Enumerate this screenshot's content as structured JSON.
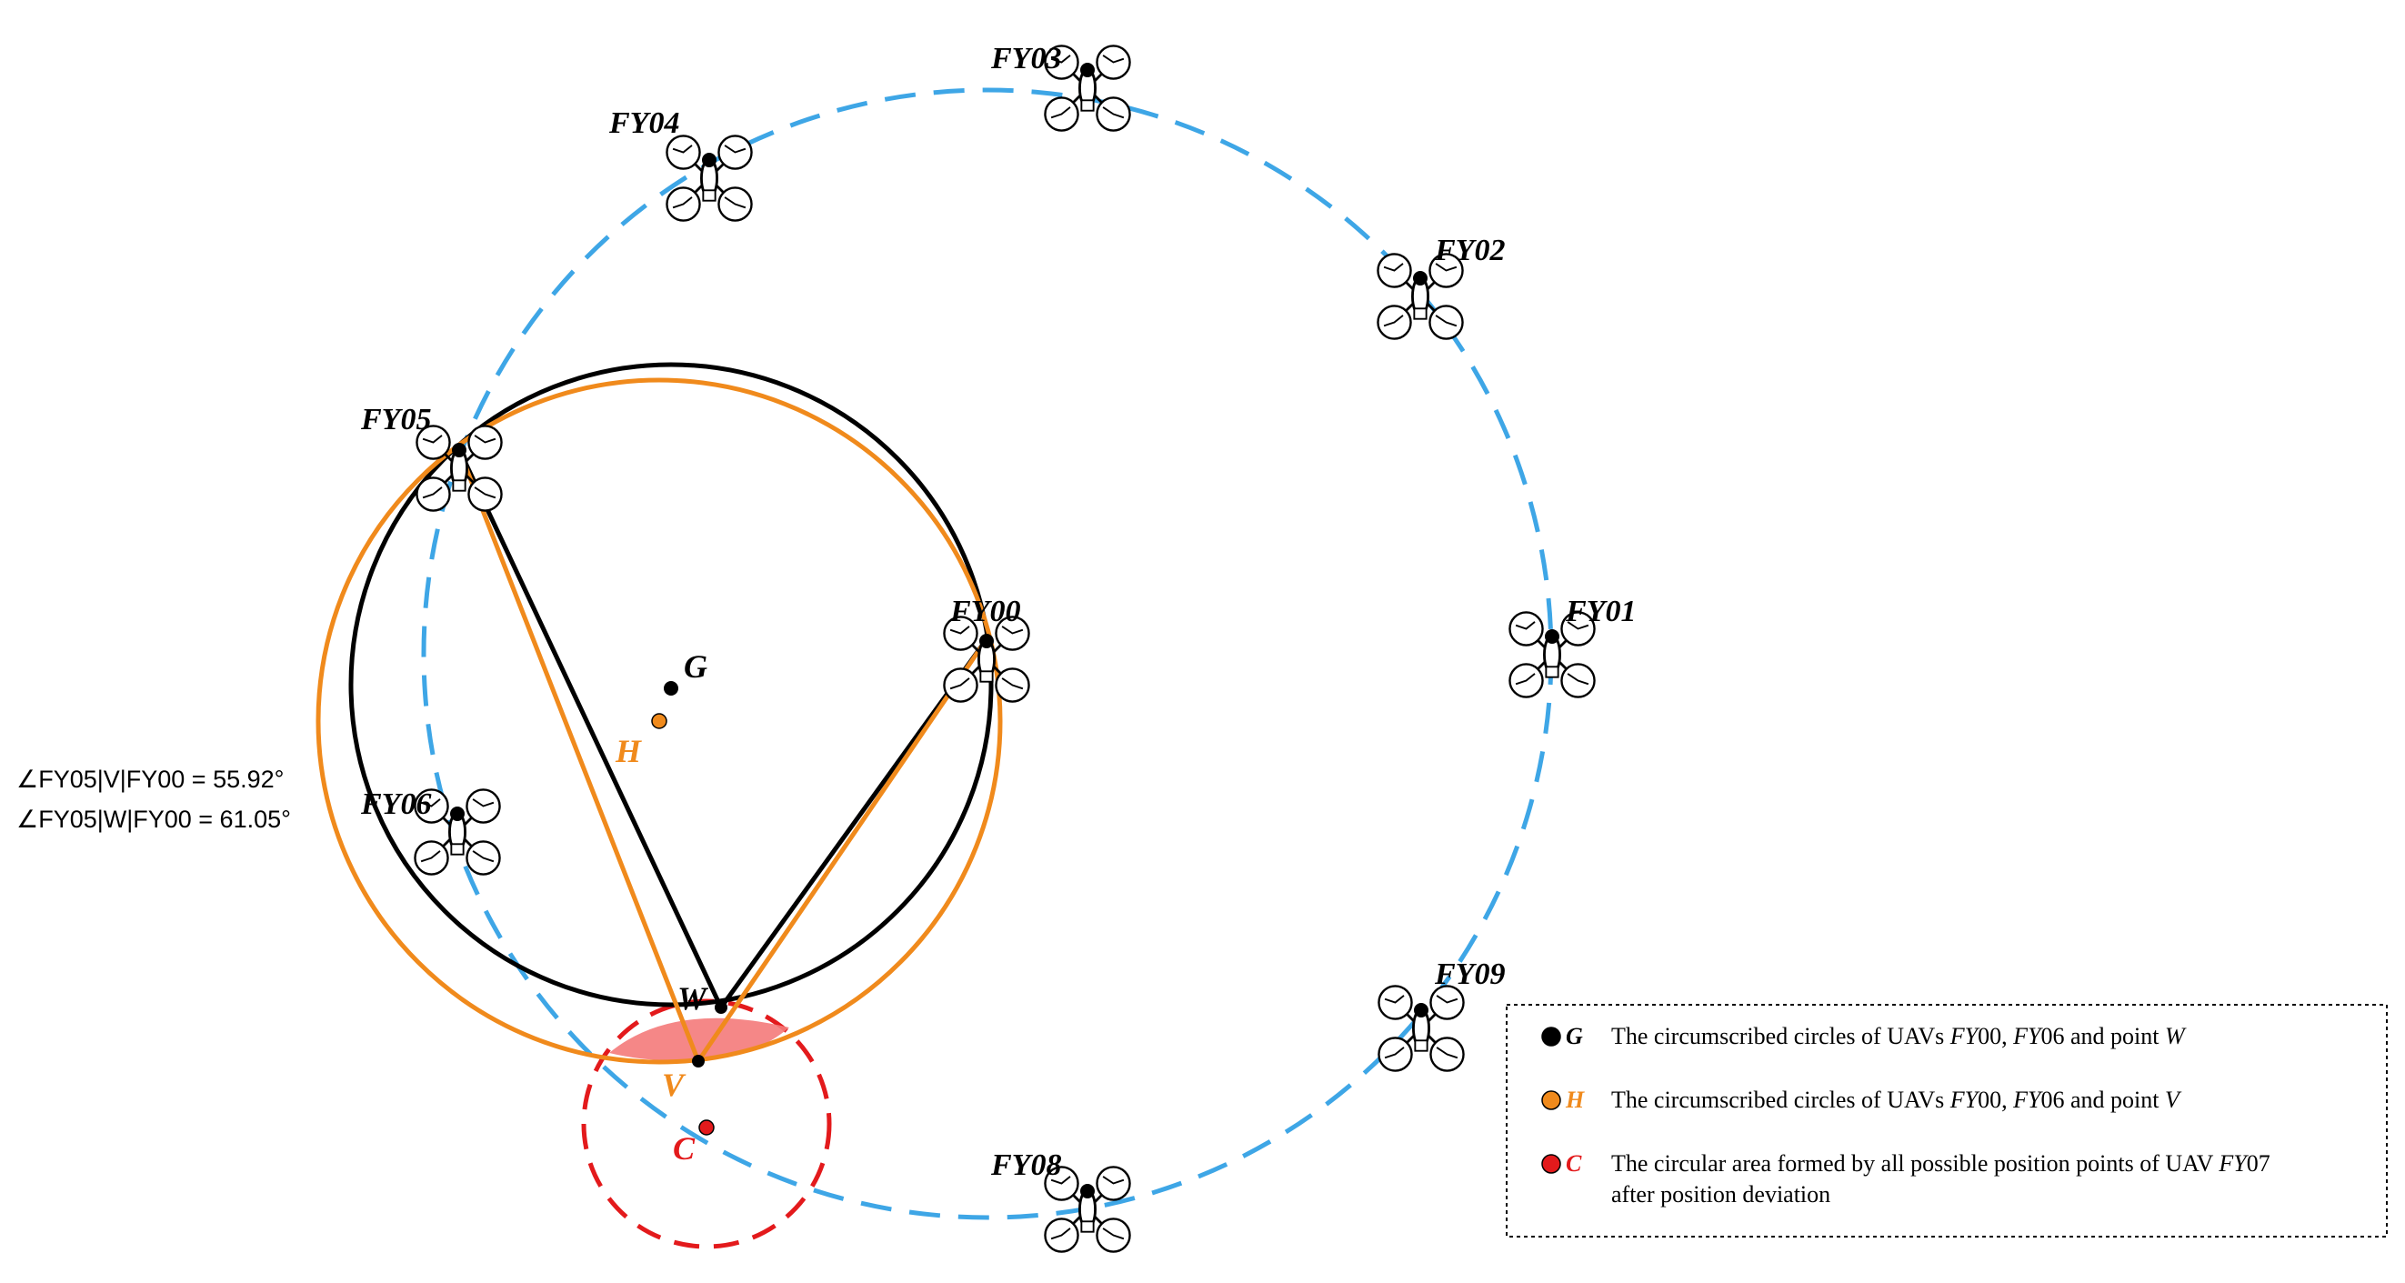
{
  "colors": {
    "formation": "#3ea6e6",
    "circle_g": "#000000",
    "circle_h": "#f08a1c",
    "circle_c": "#e31a1c",
    "area": "#f47a7a",
    "text": "#000000"
  },
  "uav_labels": [
    "FY00",
    "FY01",
    "FY02",
    "FY03",
    "FY04",
    "FY05",
    "FY06",
    "FY08",
    "FY09"
  ],
  "points": {
    "g": "G",
    "h": "H",
    "c": "C",
    "w": "W",
    "v": "V"
  },
  "angles": {
    "v": "∠FY05|V|FY00 = 55.92°",
    "w": "∠FY05|W|FY00 = 61.05°"
  },
  "legend": [
    {
      "symbol": "G",
      "color": "#000000",
      "parts": [
        {
          "t": "The circumscribed circles of UAVs ",
          "i": false
        },
        {
          "t": "FY",
          "i": true
        },
        {
          "t": "00, ",
          "i": false
        },
        {
          "t": "FY",
          "i": true
        },
        {
          "t": "06 and point ",
          "i": false
        },
        {
          "t": "W",
          "i": true
        }
      ]
    },
    {
      "symbol": "H",
      "color": "#f08a1c",
      "parts": [
        {
          "t": "The circumscribed circles of UAVs ",
          "i": false
        },
        {
          "t": "FY",
          "i": true
        },
        {
          "t": "00, ",
          "i": false
        },
        {
          "t": "FY",
          "i": true
        },
        {
          "t": "06 and point ",
          "i": false
        },
        {
          "t": "V",
          "i": true
        }
      ]
    },
    {
      "symbol": "C",
      "color": "#e31a1c",
      "parts": [
        {
          "t": "The circular area formed by all possible position points of UAV  ",
          "i": false
        },
        {
          "t": "FY",
          "i": true
        },
        {
          "t": "07",
          "i": false
        }
      ],
      "line2": "after position deviation"
    }
  ]
}
